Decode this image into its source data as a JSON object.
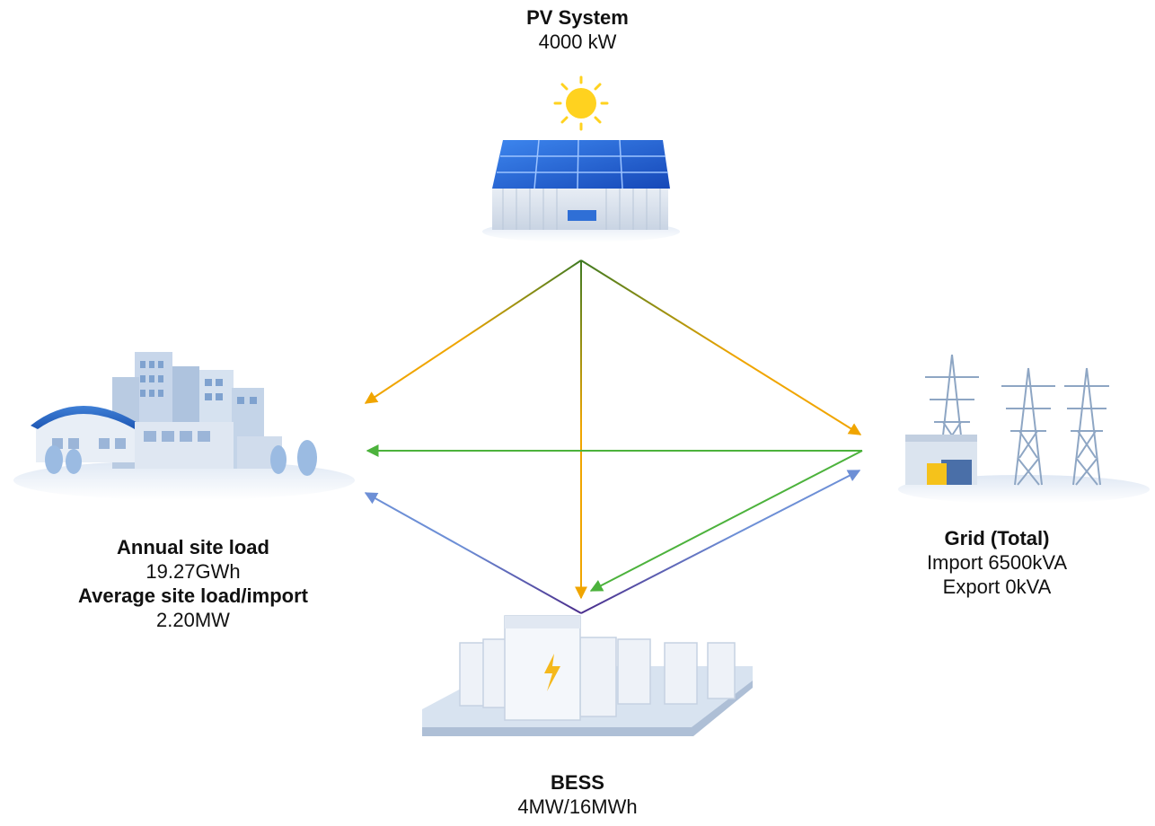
{
  "nodes": {
    "pv": {
      "title": "PV System",
      "value": "4000 kW",
      "icon": "solar-panel-icon"
    },
    "load": {
      "title": "Annual site load",
      "value": "19.27GWh",
      "title2": "Average site load/import",
      "value2": "2.20MW",
      "icon": "buildings-icon"
    },
    "grid": {
      "title": "Grid (Total)",
      "value": "Import 6500kVA",
      "value2": "Export 0kVA",
      "icon": "transmission-tower-icon"
    },
    "bess": {
      "title": "BESS",
      "value": "4MW/16MWh",
      "icon": "battery-storage-icon"
    }
  },
  "flows": [
    {
      "from": "PV System",
      "to": "Annual site load",
      "color": "#f0a500"
    },
    {
      "from": "PV System",
      "to": "Grid (Total)",
      "color": "#f0a500"
    },
    {
      "from": "PV System",
      "to": "BESS",
      "color": "#f0a500"
    },
    {
      "from": "Grid (Total)",
      "to": "Annual site load",
      "color": "#4cb23c"
    },
    {
      "from": "Grid (Total)",
      "to": "BESS",
      "color": "#4cb23c"
    },
    {
      "from": "BESS",
      "to": "Annual site load",
      "color": "#6d8fd6"
    },
    {
      "from": "BESS",
      "to": "Grid (Total)",
      "color": "#6d8fd6"
    }
  ],
  "colors": {
    "solar": "#f0a500",
    "grid": "#4cb23c",
    "battery": "#6d8fd6",
    "panel": "#1f5fd1",
    "sun": "#ffd21f"
  }
}
